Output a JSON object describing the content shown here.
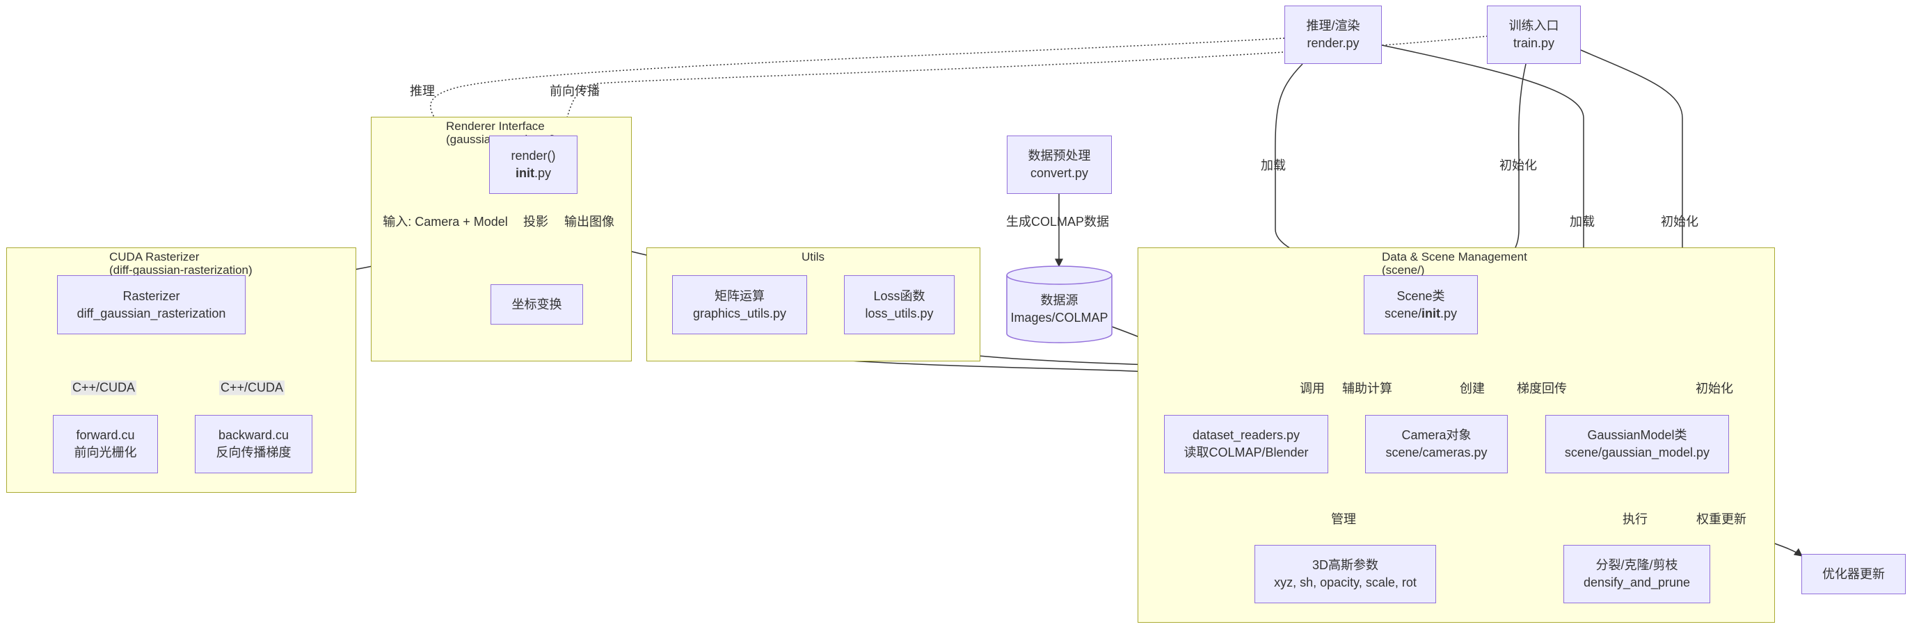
{
  "clusters": {
    "renderer": {
      "title": "Renderer Interface\n(gaussian_renderer/)"
    },
    "cuda": {
      "title": "CUDA Rasterizer\n(diff-gaussian-rasterization)"
    },
    "utils": {
      "title": "Utils"
    },
    "scene": {
      "title": "Data & Scene Management\n(scene/)"
    }
  },
  "nodes": {
    "render_py": {
      "line1": "推理/渲染",
      "line2": "render.py"
    },
    "train_py": {
      "line1": "训练入口",
      "line2": "train.py"
    },
    "render_fn": {
      "line1": "render()",
      "line2_bold": "init",
      "line2_rest": ".py"
    },
    "coord": {
      "line1": "坐标变换"
    },
    "rasterizer": {
      "line1": "Rasterizer",
      "line2": "diff_gaussian_rasterization"
    },
    "forward": {
      "line1": "forward.cu",
      "line2": "前向光栅化"
    },
    "backward": {
      "line1": "backward.cu",
      "line2": "反向传播梯度"
    },
    "graphics": {
      "line1": "矩阵运算",
      "line2": "graphics_utils.py"
    },
    "loss": {
      "line1": "Loss函数",
      "line2": "loss_utils.py"
    },
    "convert": {
      "line1": "数据预处理",
      "line2": "convert.py"
    },
    "datasource": {
      "line1": "数据源",
      "line2": "Images/COLMAP"
    },
    "scene_cls": {
      "line1": "Scene类",
      "line2_pre": "scene/",
      "line2_bold": "init",
      "line2_rest": ".py"
    },
    "readers": {
      "line1": "dataset_readers.py",
      "line2": "读取COLMAP/Blender"
    },
    "camera": {
      "line1": "Camera对象",
      "line2": "scene/cameras.py"
    },
    "gaussian": {
      "line1": "GaussianModel类",
      "line2": "scene/gaussian_model.py"
    },
    "params3d": {
      "line1": "3D高斯参数",
      "line2": "xyz, sh, opacity, scale, rot"
    },
    "densify": {
      "line1": "分裂/克隆/剪枝",
      "line2": "densify_and_prune"
    },
    "optimizer": {
      "line1": "优化器更新"
    }
  },
  "edge_labels": {
    "infer": "推理",
    "forward_pass": "前向传播",
    "input_cam": "输入: Camera + Model",
    "projection": "投影",
    "output_img": "输出图像",
    "cuda1": "C++/CUDA",
    "cuda2": "C++/CUDA",
    "gen_colmap": "生成COLMAP数据",
    "load1": "加载",
    "init1": "初始化",
    "load2": "加载",
    "init2": "初始化",
    "call": "调用",
    "aux": "辅助计算",
    "create": "创建",
    "grad": "梯度回传",
    "init3": "初始化",
    "manage": "管理",
    "exec": "执行",
    "weight": "权重更新"
  }
}
